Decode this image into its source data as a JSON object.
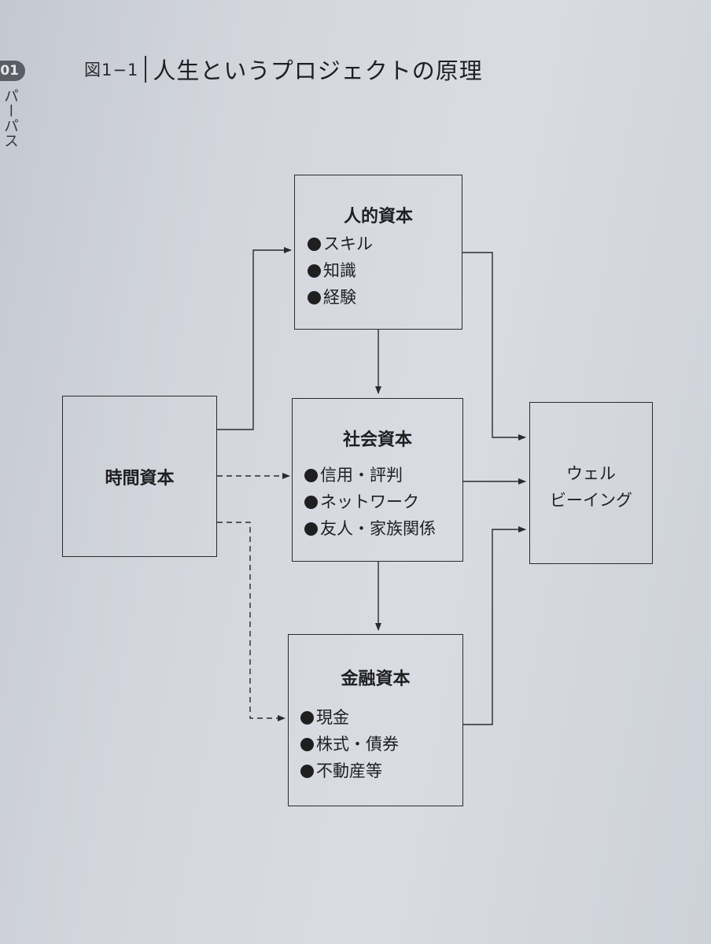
{
  "chapter": {
    "number": "01",
    "side_label": "パーパス"
  },
  "figure": {
    "number": "図1−1",
    "title": "人生というプロジェクトの原理"
  },
  "nodes": {
    "time_capital": {
      "label": "時間資本"
    },
    "human_capital": {
      "title": "人的資本",
      "items": [
        "スキル",
        "知識",
        "経験"
      ]
    },
    "social_capital": {
      "title": "社会資本",
      "items": [
        "信用・評判",
        "ネットワーク",
        "友人・家族関係"
      ]
    },
    "financial_capital": {
      "title": "金融資本",
      "items": [
        "現金",
        "株式・債券",
        "不動産等"
      ]
    },
    "wellbeing": {
      "lines": [
        "ウェル",
        "ビーイング"
      ]
    }
  },
  "edges": [
    {
      "from": "時間資本",
      "to": "人的資本",
      "style": "solid"
    },
    {
      "from": "時間資本",
      "to": "社会資本",
      "style": "dashed"
    },
    {
      "from": "時間資本",
      "to": "金融資本",
      "style": "dashed"
    },
    {
      "from": "人的資本",
      "to": "社会資本",
      "style": "solid"
    },
    {
      "from": "社会資本",
      "to": "金融資本",
      "style": "solid"
    },
    {
      "from": "人的資本",
      "to": "ウェルビーイング",
      "style": "solid"
    },
    {
      "from": "社会資本",
      "to": "ウェルビーイング",
      "style": "solid"
    },
    {
      "from": "金融資本",
      "to": "ウェルビーイング",
      "style": "solid"
    }
  ],
  "colors": {
    "line": "#2a2b30",
    "page": "#d6d9df"
  }
}
